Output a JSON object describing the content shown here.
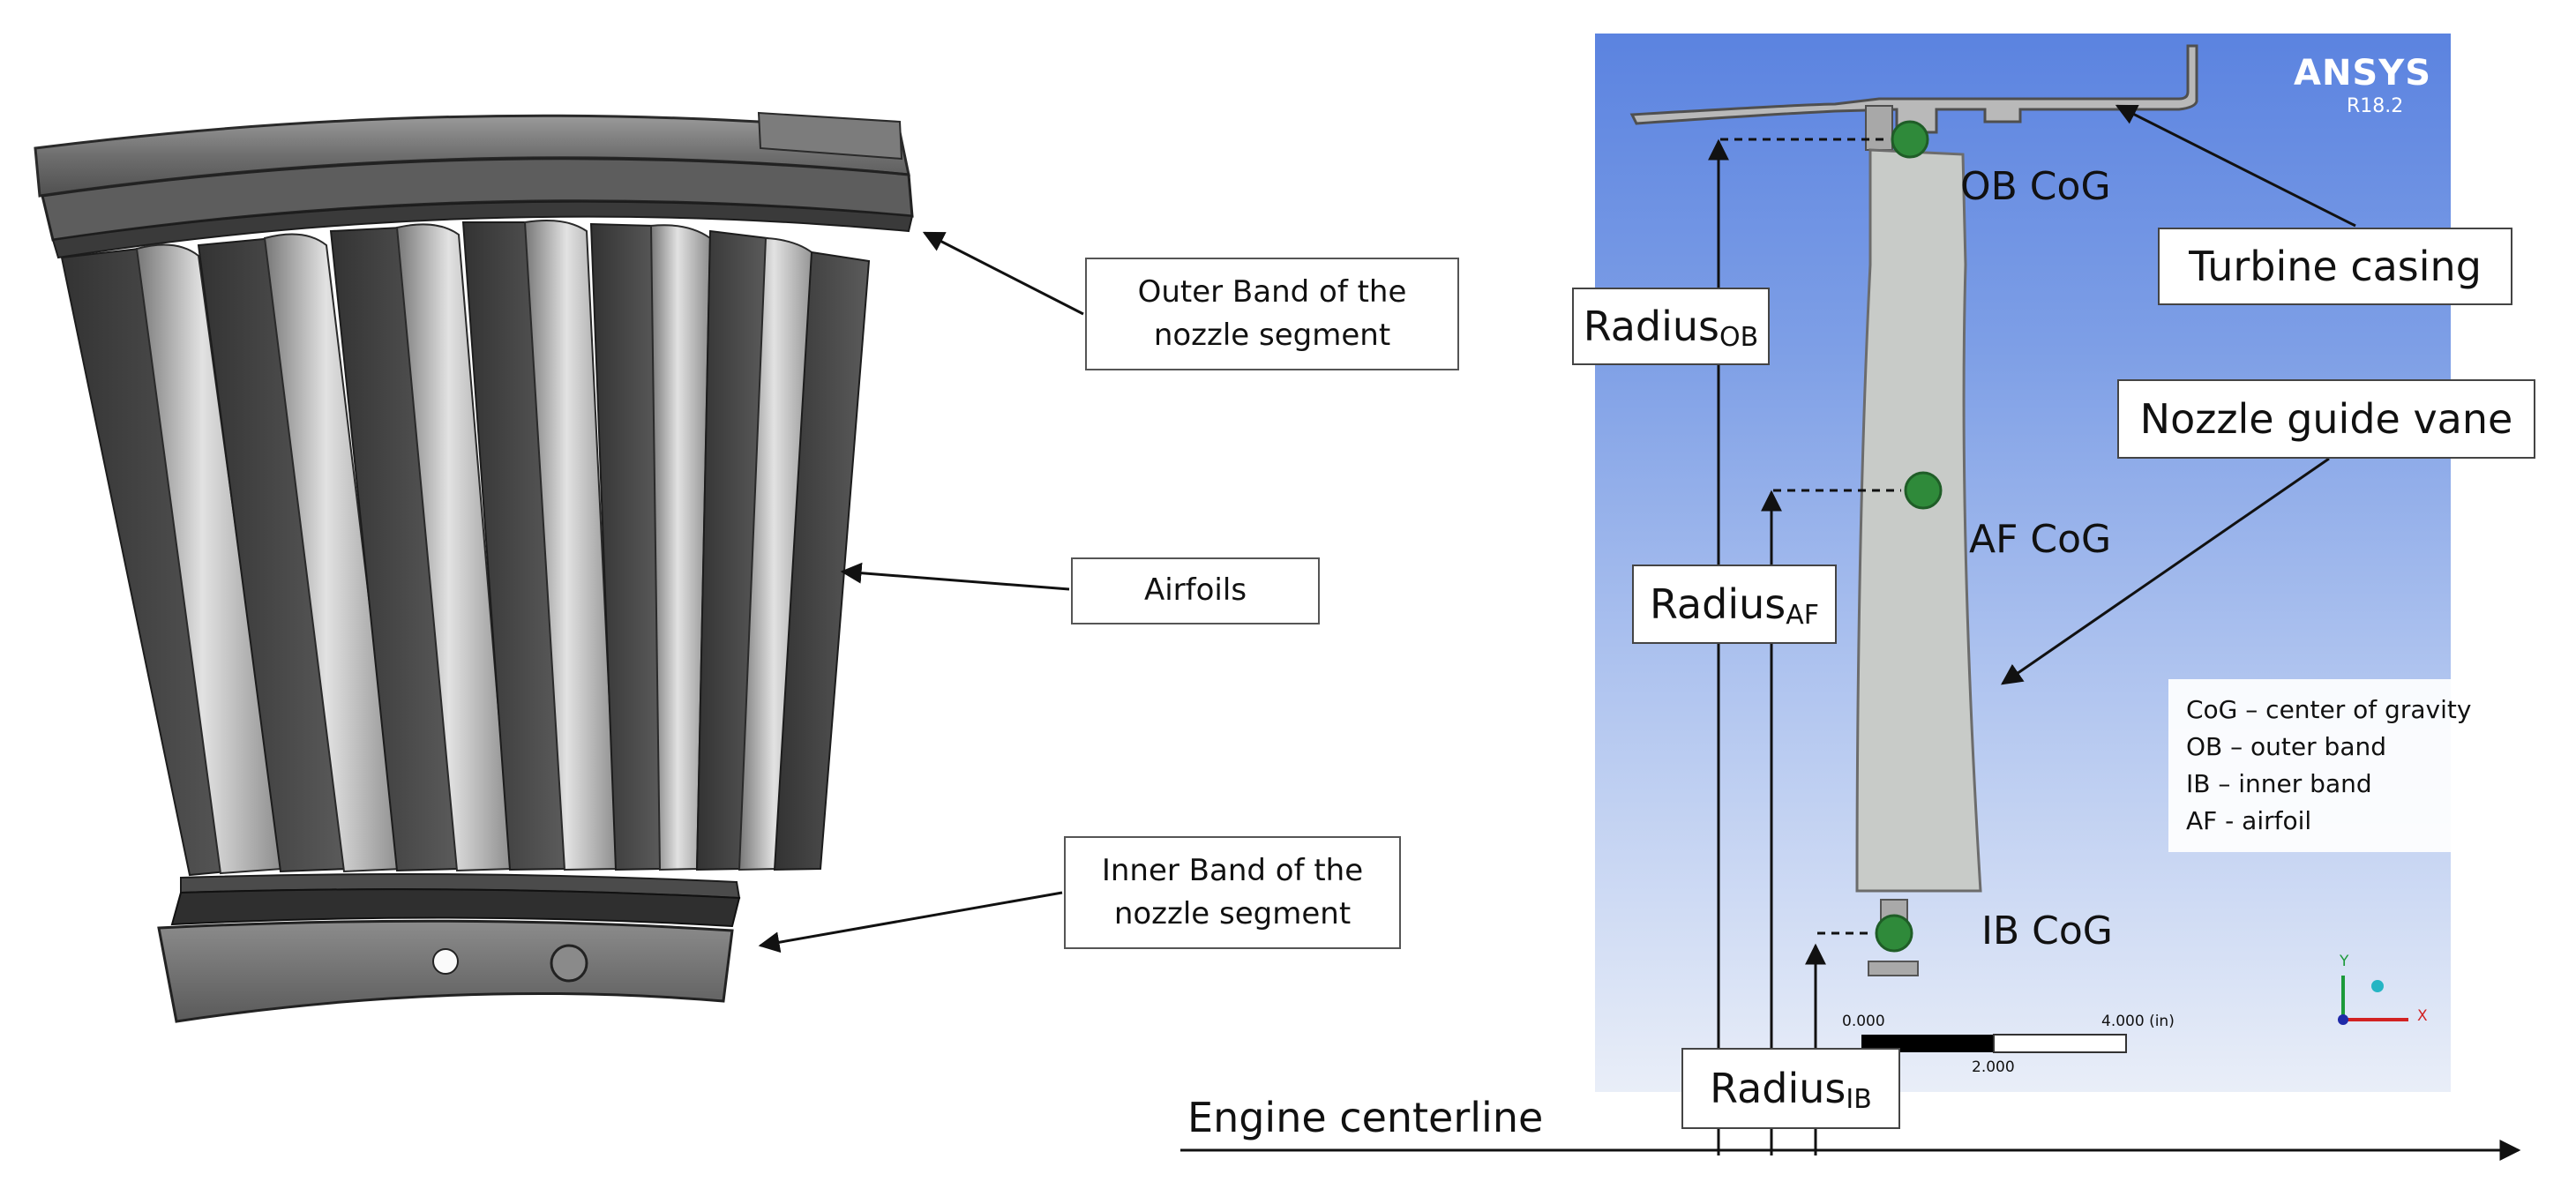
{
  "left_callouts": {
    "outer_band": [
      "Outer Band of the",
      "nozzle segment"
    ],
    "airfoils": "Airfoils",
    "inner_band": [
      "Inner Band of the",
      "nozzle segment"
    ]
  },
  "simulation": {
    "logo": "ANSYS",
    "version": "R18.2",
    "labels": {
      "ob_cog": "OB CoG",
      "af_cog": "AF CoG",
      "ib_cog": "IB CoG",
      "turbine_casing": "Turbine casing",
      "nozzle_guide_vane": "Nozzle guide vane"
    },
    "radius_labels": {
      "ob": {
        "base": "Radius",
        "sub": "OB"
      },
      "af": {
        "base": "Radius",
        "sub": "AF"
      },
      "ib": {
        "base": "Radius",
        "sub": "IB"
      }
    },
    "legend": [
      "CoG – center of gravity",
      "OB – outer band",
      "IB – inner band",
      "AF - airfoil"
    ],
    "scale_bar": {
      "start": "0.000",
      "mid": "2.000",
      "end": "4.000 (in)"
    },
    "triad": {
      "y": "Y",
      "x": "X"
    }
  },
  "engine_centerline": "Engine centerline",
  "colors": {
    "panel_top": "#5b83e0",
    "panel_bottom": "#e9eef8",
    "cog_marker": "#2f8a3a",
    "vane_fill": "#c8cbc8",
    "metal_dark": "#4a4a4a",
    "metal_light": "#bdbdbd"
  }
}
